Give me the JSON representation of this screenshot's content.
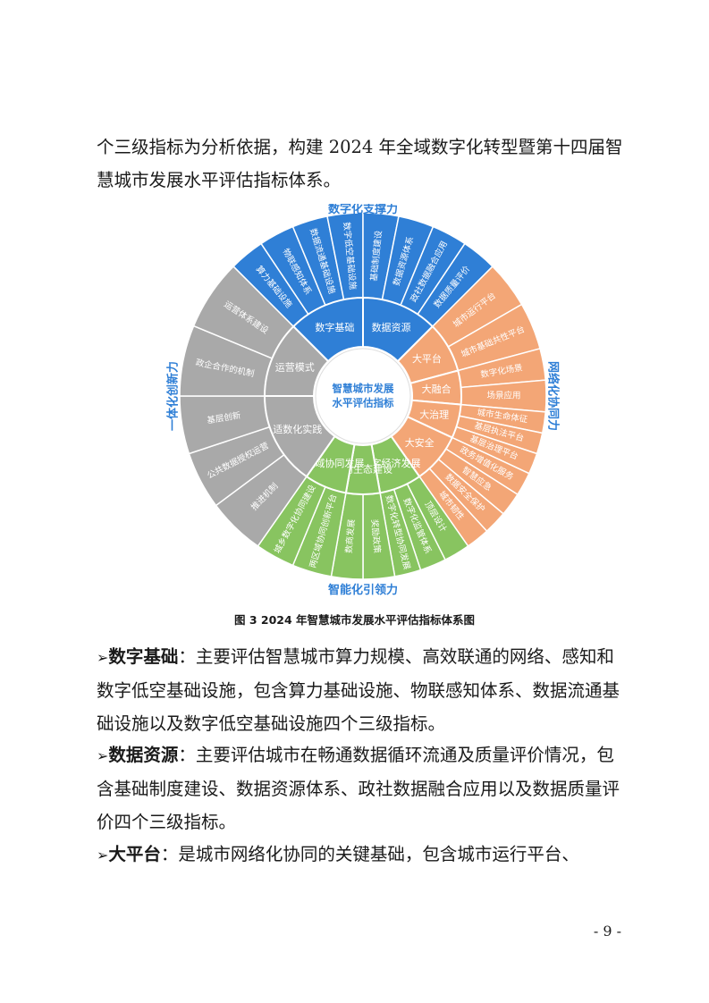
{
  "intro_text": "个三级指标为分析依据，构建 2024 年全域数字化转型暨第十四届智慧城市发展水平评估指标体系。",
  "figure": {
    "caption": "图 3  2024 年智慧城市发展水平评估指标体系图",
    "center": [
      "智慧城市发展",
      "水平评估指标"
    ],
    "groups": [
      {
        "label": "数字化支撑力",
        "color": "#2f7fd6"
      },
      {
        "label": "网络化协同力",
        "color": "#2f7fd6"
      },
      {
        "label": "智能化引领力",
        "color": "#2f7fd6"
      },
      {
        "label": "一体化创新力",
        "color": "#2f7fd6"
      }
    ],
    "sector_colors": {
      "blue": "#2f7fd6",
      "orange": "#f3a676",
      "green": "#88c460",
      "gray": "#a9a9a9"
    },
    "level2": [
      "数字基础",
      "数据资源",
      "大平台",
      "大融合",
      "大治理",
      "大安全",
      "数字经济发展",
      "数商生态建设",
      "区域协同发展",
      "适数化实践",
      "运营模式"
    ],
    "level3": {
      "数字基础": [
        "算力基础设施",
        "物联感知体系",
        "数据流通基础设施",
        "数字低空基础设施"
      ],
      "数据资源": [
        "基础制度建设",
        "数据资源体系",
        "政社数据融合应用",
        "数据质量评价"
      ],
      "大平台": [
        "城市运行平台",
        "城市基础共性平台"
      ],
      "大融合": [
        "数字化场景",
        "场景应用"
      ],
      "大治理": [
        "城市生命体征",
        "基层执法平台",
        "基层治理平台"
      ],
      "大安全": [
        "政务增值化服务",
        "智慧应急",
        "数据安全保护",
        "城市韧性"
      ],
      "数字经济发展": [
        "顶层设计",
        "数字化监管体系",
        "数字化转型协同发展"
      ],
      "数商生态建设": [
        "奖励政策",
        "数商发展"
      ],
      "区域协同发展": [
        "两区域协同创新平台",
        "城乡数字化协同建设"
      ],
      "适数化实践": [
        "推进机制",
        "公共数据授权运营",
        "基层创新"
      ],
      "运营模式": [
        "政企合作的机制",
        "运营体系建设"
      ]
    }
  },
  "paragraphs": [
    {
      "arrow": "➢",
      "title": "数字基础",
      "body": "：主要评估智慧城市算力规模、高效联通的网络、感知和数字低空基础设施，包含算力基础设施、物联感知体系、数据流通基础设施以及数字低空基础设施四个三级指标。"
    },
    {
      "arrow": "➢",
      "title": "数据资源",
      "body": "：主要评估城市在畅通数据循环流通及质量评价情况，包含基础制度建设、数据资源体系、政社数据融合应用以及数据质量评价四个三级指标。"
    },
    {
      "arrow": "➢",
      "title": "大平台",
      "body": "：是城市网络化协同的关键基础，包含城市运行平台、"
    }
  ],
  "page_number": "- 9 -"
}
